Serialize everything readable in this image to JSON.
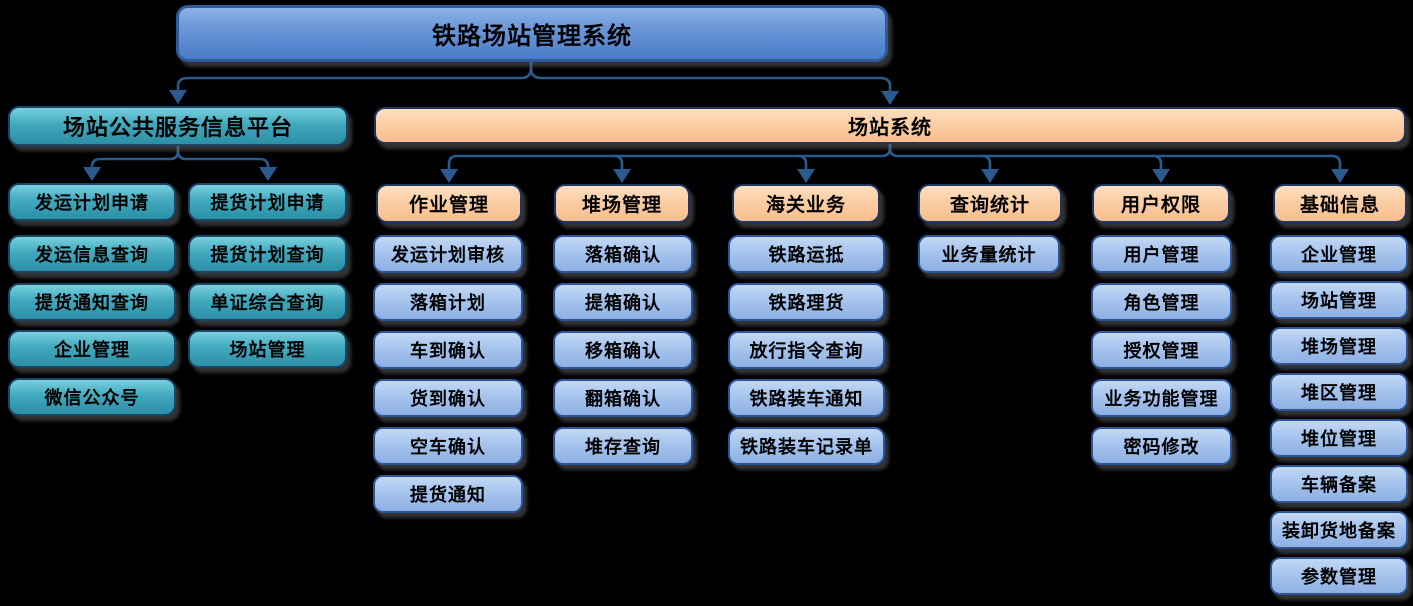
{
  "colors": {
    "background": "#000000",
    "connector": "#2B5A8E",
    "root_fill": "#4A7CC8",
    "root_border": "#2E5A9C",
    "teal_fill": "#2E96AC",
    "teal_border": "#1C4467",
    "orange_fill": "#FAC79B",
    "orange_border": "#20355F",
    "leaf_fill": "#9ABCEA",
    "leaf_border": "#2C5598",
    "text": "#000000"
  },
  "root": {
    "label": "铁路场站管理系统"
  },
  "left_branch": {
    "header": {
      "label": "场站公共服务信息平台"
    },
    "columns": [
      {
        "items": [
          "发运计划申请",
          "发运信息查询",
          "提货通知查询",
          "企业管理",
          "微信公众号"
        ]
      },
      {
        "items": [
          "提货计划申请",
          "提货计划查询",
          "单证综合查询",
          "场站管理"
        ]
      }
    ]
  },
  "right_branch": {
    "header": {
      "label": "场站系统"
    },
    "groups": [
      {
        "label": "作业管理",
        "items": [
          "发运计划审核",
          "落箱计划",
          "车到确认",
          "货到确认",
          "空车确认",
          "提货通知"
        ]
      },
      {
        "label": "堆场管理",
        "items": [
          "落箱确认",
          "提箱确认",
          "移箱确认",
          "翻箱确认",
          "堆存查询"
        ]
      },
      {
        "label": "海关业务",
        "items": [
          "铁路运抵",
          "铁路理货",
          "放行指令查询",
          "铁路装车通知",
          "铁路装车记录单"
        ]
      },
      {
        "label": "查询统计",
        "items": [
          "业务量统计"
        ]
      },
      {
        "label": "用户权限",
        "items": [
          "用户管理",
          "角色管理",
          "授权管理",
          "业务功能管理",
          "密码修改"
        ]
      },
      {
        "label": "基础信息",
        "items": [
          "企业管理",
          "场站管理",
          "堆场管理",
          "堆区管理",
          "堆位管理",
          "车辆备案",
          "装卸货地备案",
          "参数管理"
        ]
      }
    ]
  }
}
